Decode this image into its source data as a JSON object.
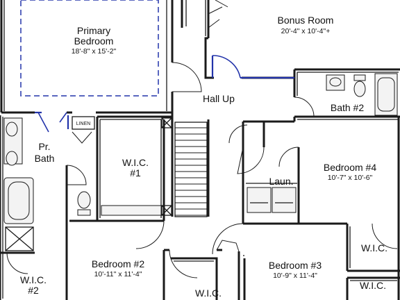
{
  "colors": {
    "wall": "#1a1a1a",
    "accent": "#2233aa",
    "background": "#ffffff"
  },
  "rooms": {
    "primary_bedroom": {
      "name": "Primary\nBedroom",
      "line1": "Primary",
      "line2": "Bedroom",
      "dims": "18'-8\" x 15'-2\""
    },
    "bonus_room": {
      "name": "Bonus Room",
      "dims": "20'-4\" x 10'-4\"+"
    },
    "hall_up": {
      "name": "Hall Up"
    },
    "bath_2": {
      "name": "Bath #2"
    },
    "linen": {
      "name": "LINEN"
    },
    "pr_bath": {
      "line1": "Pr.",
      "line2": "Bath"
    },
    "wic_1": {
      "line1": "W.I.C.",
      "line2": "#1"
    },
    "bedroom_4": {
      "name": "Bedroom #4",
      "dims": "10'-7\" x 10'-6\""
    },
    "laundry": {
      "name": "Laun."
    },
    "wic_right": {
      "name": "W.I.C."
    },
    "wic_2": {
      "line1": "W.I.C.",
      "line2": "#2"
    },
    "bedroom_2": {
      "name": "Bedroom #2",
      "dims": "10'-11\" x 11'-4\""
    },
    "wic_bottom_center": {
      "name": "W.I.C."
    },
    "bedroom_3": {
      "name": "Bedroom #3",
      "dims": "10'-9\" x 11'-4\""
    },
    "wic_bottom_right": {
      "name": "W.I.C."
    }
  }
}
